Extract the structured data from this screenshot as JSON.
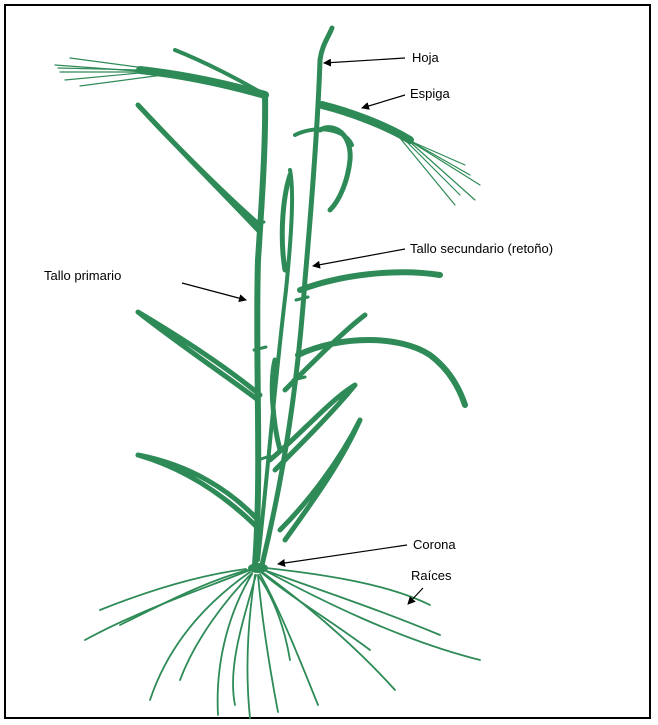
{
  "labels": {
    "hoja": "Hoja",
    "espiga": "Espiga",
    "tallo_secundario": "Tallo secundario (retoño)",
    "tallo_primario": "Tallo primario",
    "corona": "Corona",
    "raices": "Raíces"
  },
  "colors": {
    "plant": "#2e8b57",
    "plant_dark": "#237a4a",
    "arrow": "#000000",
    "border": "#000000"
  },
  "icons": {
    "plant": "wheat-plant-illustration"
  }
}
